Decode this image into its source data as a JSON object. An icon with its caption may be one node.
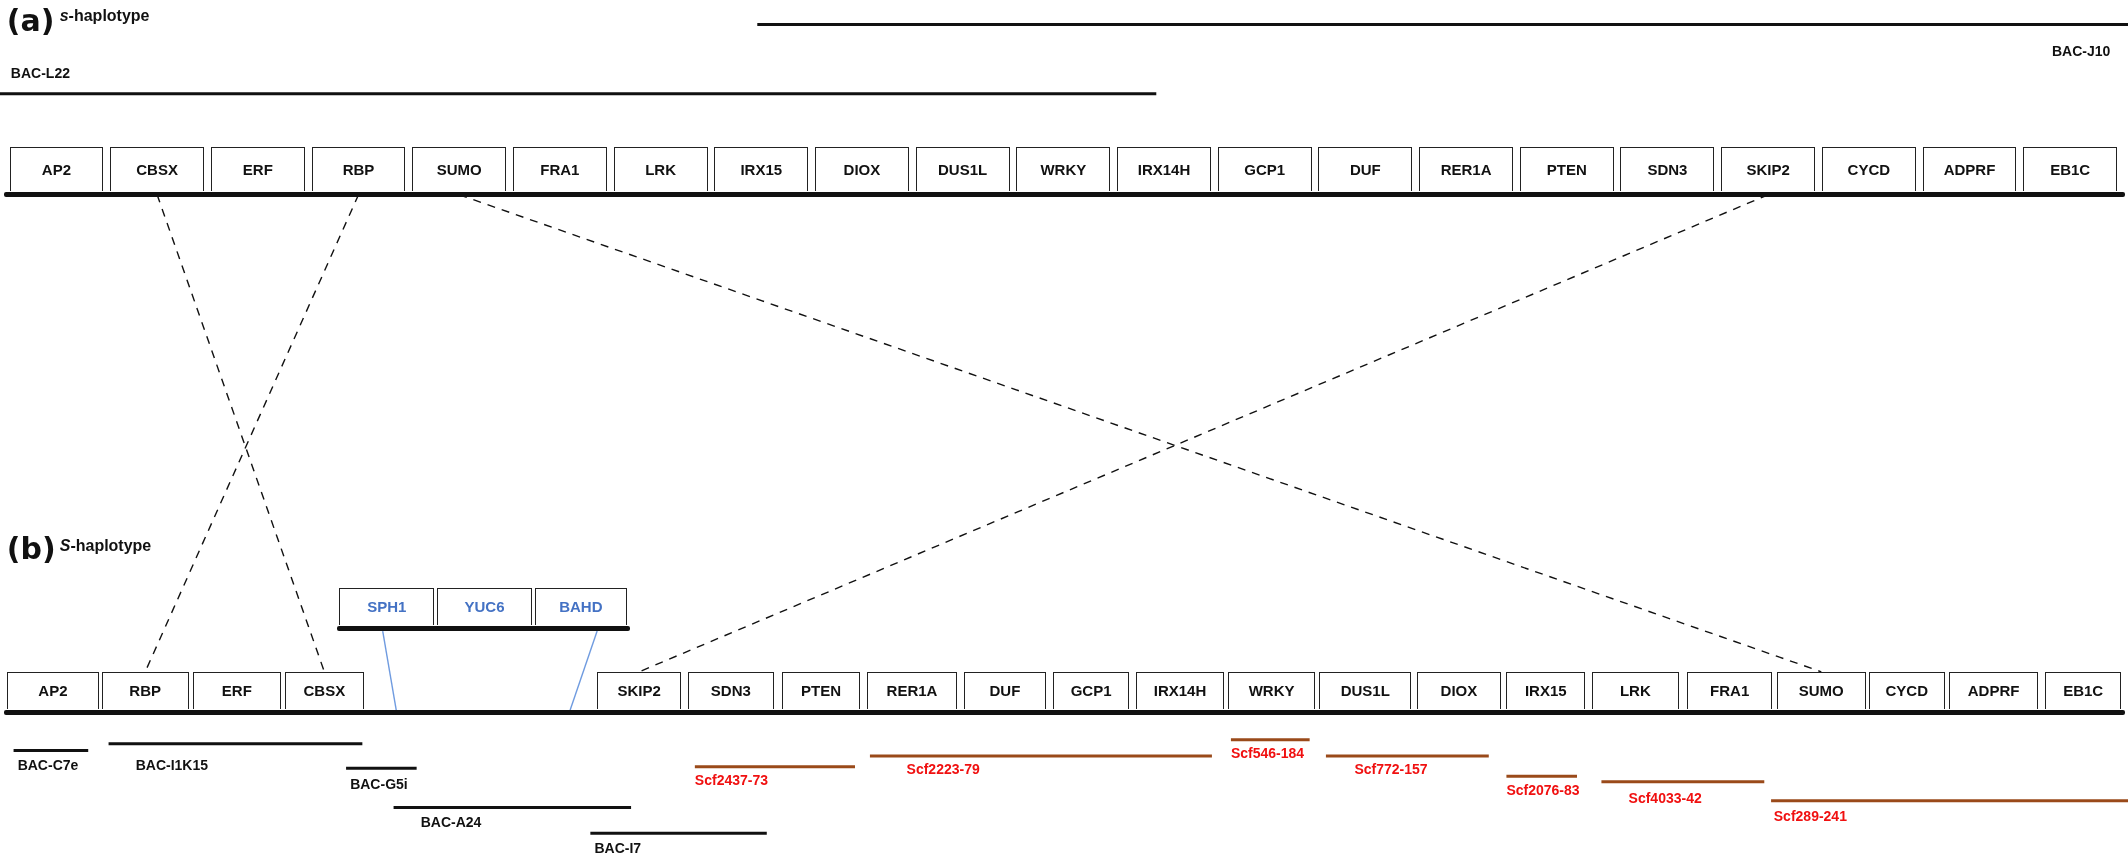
{
  "diagram": {
    "nodes": [
      {
        "text": [
          "AP2"
        ]
      },
      {
        "text": [
          "CBSX"
        ]
      },
      {
        "text": [
          "ERF"
        ]
      },
      {
        "text": [
          "RBP"
        ]
      },
      {
        "text": [
          "SUMO"
        ]
      },
      {
        "text": [
          "FRA1"
        ]
      },
      {
        "text": [
          "LRK"
        ]
      },
      {
        "text": [
          "IRX15"
        ]
      },
      {
        "text": [
          "DIOX"
        ]
      },
      {
        "text": [
          "DUS1L"
        ]
      },
      {
        "text": [
          "WRKY"
        ]
      },
      {
        "text": [
          "IRX14H"
        ]
      },
      {
        "text": [
          "GCP1"
        ]
      },
      {
        "text": [
          "DUF"
        ]
      },
      {
        "text": [
          "RER1A"
        ]
      },
      {
        "text": [
          "PTEN"
        ]
      },
      {
        "text": [
          "SDN3"
        ]
      },
      {
        "text": [
          "SKIP2"
        ]
      },
      {
        "text": [
          "CYCD"
        ]
      },
      {
        "text": [
          "ADPRF"
        ]
      },
      {
        "text": [
          "EB1C"
        ]
      },
      {
        "text": [
          "SPH1"
        ]
      },
      {
        "text": [
          "YUC6"
        ]
      },
      {
        "text": [
          "BAHD"
        ]
      },
      {
        "text": [
          "AP2"
        ]
      },
      {
        "text": [
          "RBP"
        ]
      },
      {
        "text": [
          "ERF"
        ]
      },
      {
        "text": [
          "CBSX"
        ]
      },
      {
        "text": [
          "SKIP2"
        ]
      },
      {
        "text": [
          "SDN3"
        ]
      },
      {
        "text": [
          "PTEN"
        ]
      },
      {
        "text": [
          "RER1A"
        ]
      },
      {
        "text": [
          "DUF"
        ]
      },
      {
        "text": [
          "GCP1"
        ]
      },
      {
        "text": [
          "IRX14H"
        ]
      },
      {
        "text": [
          "WRKY"
        ]
      },
      {
        "text": [
          "DUS1L"
        ]
      },
      {
        "text": [
          "DIOX"
        ]
      },
      {
        "text": [
          "IRX15"
        ]
      },
      {
        "text": [
          "LRK"
        ]
      },
      {
        "text": [
          "FRA1"
        ]
      },
      {
        "text": [
          "SUMO"
        ]
      },
      {
        "text": [
          "CYCD"
        ]
      },
      {
        "text": [
          "ADPRF"
        ]
      },
      {
        "text": [
          "EB1C"
        ]
      },
      {
        "text": [],
        "shape": "bar"
      },
      {
        "text": [],
        "shape": "bar"
      },
      {
        "text": [],
        "shape": "bar"
      }
    ],
    "edges": [
      {
        "from": 1,
        "to": 27,
        "arrow": "none",
        "style": "dashed"
      },
      {
        "from": 3,
        "to": 25,
        "arrow": "none",
        "style": "dashed"
      },
      {
        "from": 4,
        "to": 41,
        "arrow": "none",
        "style": "dashed"
      },
      {
        "from": 17,
        "to": 28,
        "arrow": "none",
        "style": "dashed"
      },
      {
        "from": 46,
        "to": 47,
        "arrow": "none",
        "color": "#6f9be0"
      },
      {
        "from": 46,
        "to": 47,
        "arrow": "none",
        "color": "#6f9be0"
      }
    ],
    "labels": [
      "(a)",
      "*s*-haplotype",
      "BAC-J10",
      "BAC-L22",
      "(b)",
      "*S*-haplotype",
      "BAC-C7e",
      "BAC-I1K15",
      "BAC-G5i",
      "BAC-A24",
      "BAC-I7",
      "Scf2437-73",
      "Scf2223-79",
      "Scf546-184",
      "Scf772-157",
      "Scf2076-83",
      "Scf4033-42",
      "Scf289-241"
    ]
  }
}
